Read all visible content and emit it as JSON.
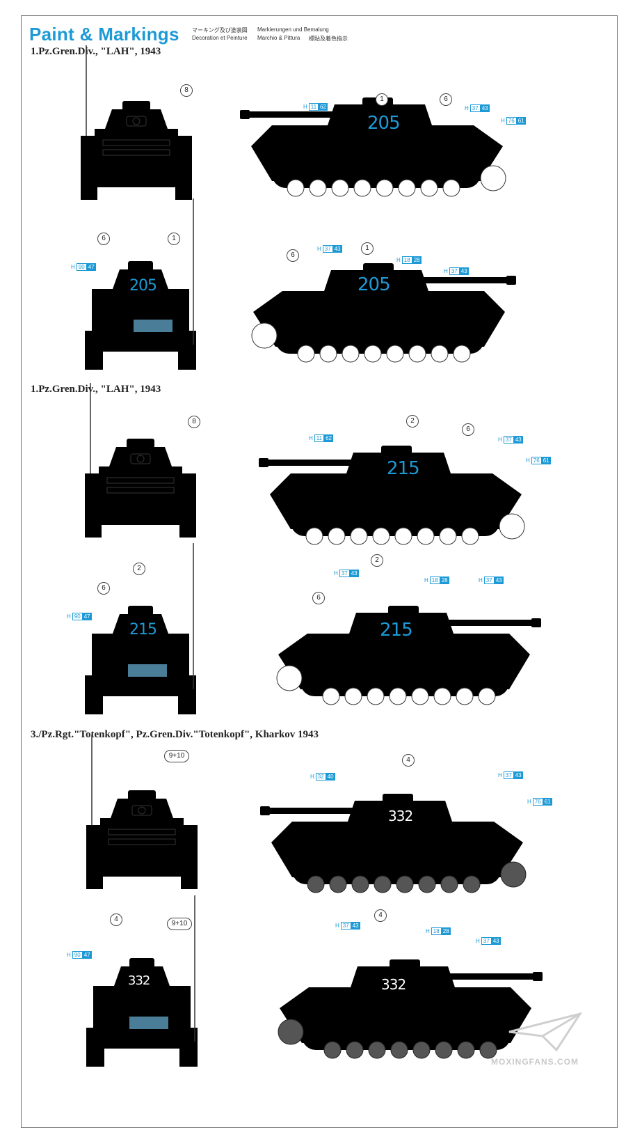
{
  "header": {
    "title": "Paint & Markings",
    "jp": "マーキング及び塗装図",
    "fr": "Decoration et Peinture",
    "de": "Markierungen und Bemalung",
    "it": "Marchio & Pittura",
    "cn": "標貼及着色指示"
  },
  "sections": [
    {
      "title": "1.Pz.Gren.Div., \"LAH\", 1943",
      "turret_number": "205"
    },
    {
      "title": "1.Pz.Gren.Div., \"LAH\", 1943",
      "turret_number": "215"
    },
    {
      "title": "3./Pz.Rgt.\"Totenkopf\", Pz.Gren.Div.\"Totenkopf\", Kharkov 1943",
      "turret_number": "332"
    }
  ],
  "callouts": {
    "c1": "1",
    "c2": "2",
    "c4": "4",
    "c6": "6",
    "c8": "8",
    "c9_10": "9+10"
  },
  "codes": {
    "h11_62": {
      "prefix": "H",
      "a": "11",
      "b": "62"
    },
    "h37_43": {
      "prefix": "H",
      "a": "37",
      "b": "43"
    },
    "h76_61": {
      "prefix": "H",
      "a": "76",
      "b": "61"
    },
    "h90_47": {
      "prefix": "H",
      "a": "90",
      "b": "47"
    },
    "h18_28": {
      "prefix": "H",
      "a": "18",
      "b": "28"
    },
    "h32_40": {
      "prefix": "H",
      "a": "32",
      "b": "40"
    }
  },
  "colors": {
    "accent": "#1d9ad6",
    "winter_white": "#f4f4f2",
    "panzer_grey": "#6d6d6d",
    "outline": "#333333"
  },
  "watermark": "MOXINGFANS.COM"
}
